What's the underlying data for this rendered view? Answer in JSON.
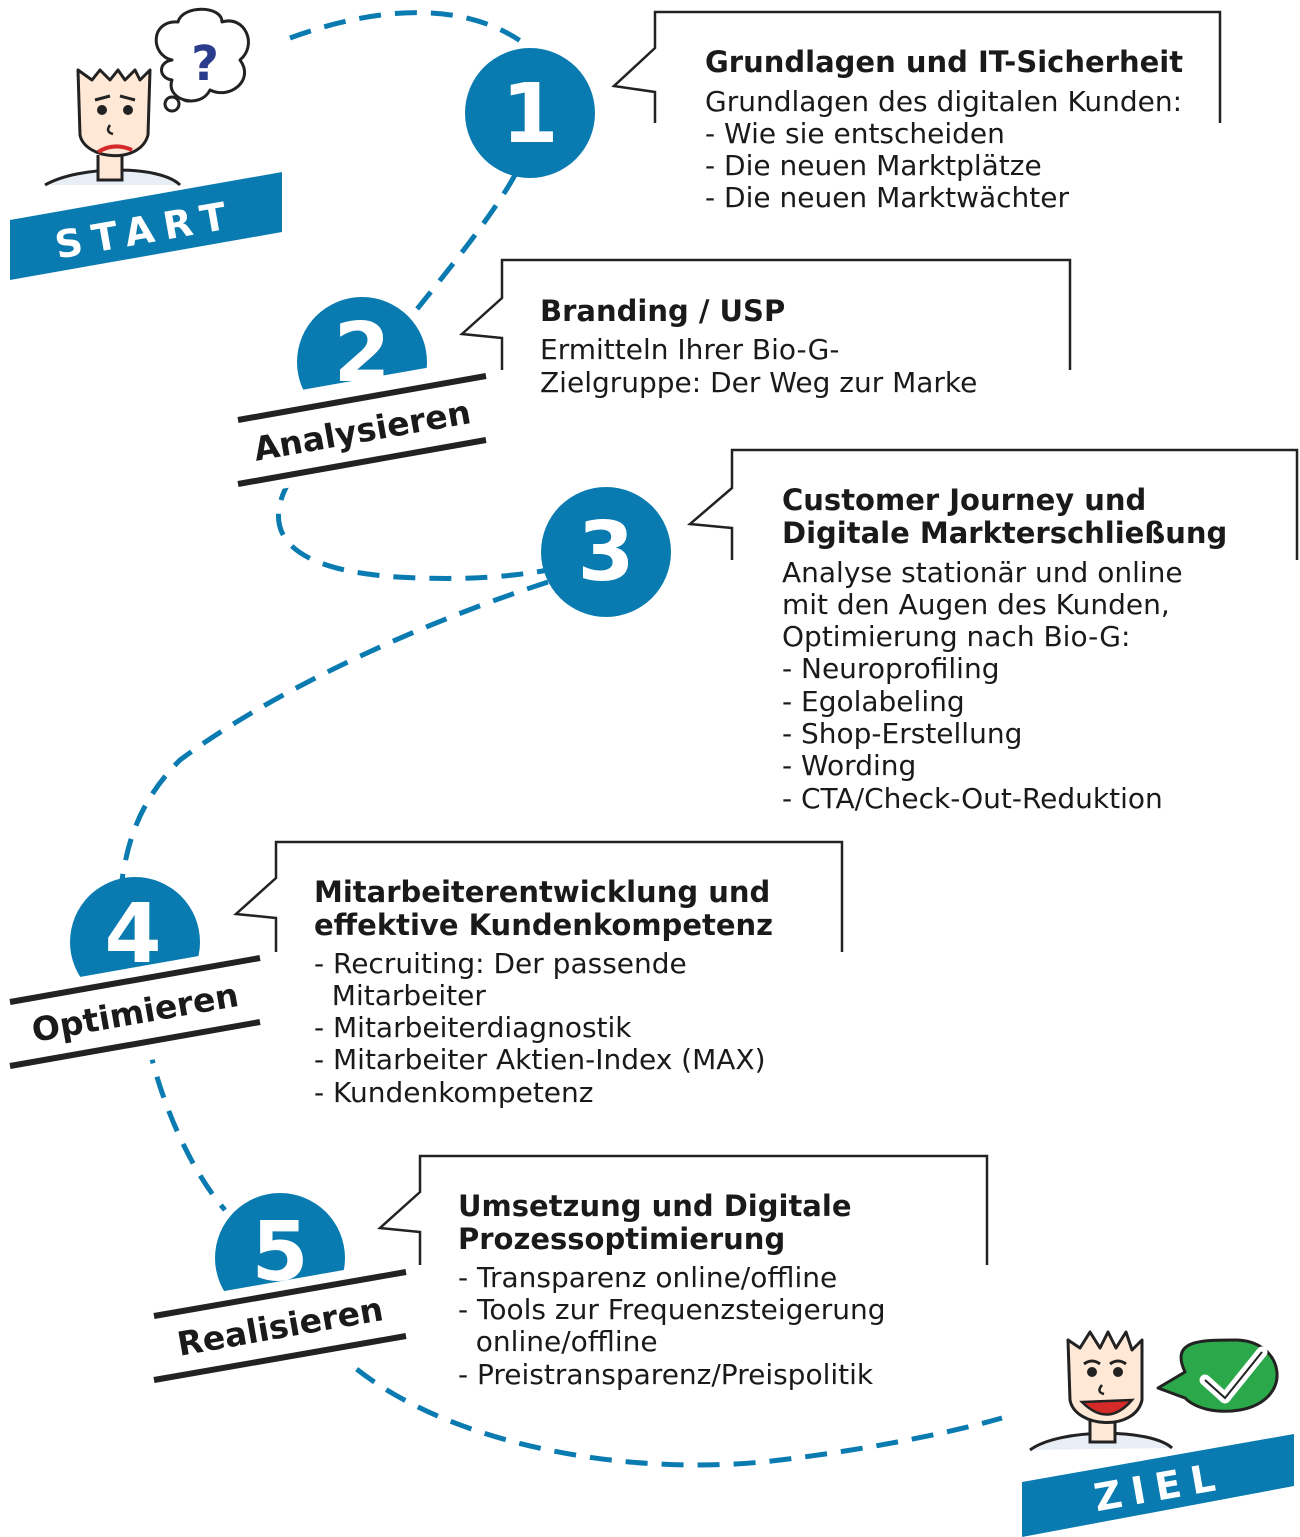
{
  "colors": {
    "accent": "#0a7bb0",
    "text": "#1a1a1a",
    "check_green": "#2aa84a",
    "mouth_red": "#d42a2a"
  },
  "start_label": "START",
  "goal_label": "ZIEL",
  "phases": {
    "analyze": "Analysieren",
    "optimize": "Optimieren",
    "realize": "Realisieren"
  },
  "steps": [
    {
      "number": "1",
      "title": [
        "Grundlagen und IT-Sicherheit"
      ],
      "lines": [
        "Grundlagen des digitalen Kunden:",
        "- Wie sie entscheiden",
        "- Die neuen Marktplätze",
        "- Die neuen Marktwächter"
      ]
    },
    {
      "number": "2",
      "title": [
        "Branding / USP"
      ],
      "lines": [
        "Ermitteln Ihrer Bio-G-",
        "Zielgruppe: Der Weg zur Marke"
      ]
    },
    {
      "number": "3",
      "title": [
        "Customer Journey und",
        "Digitale Markterschließung"
      ],
      "lines": [
        "Analyse stationär und online",
        "mit den Augen des Kunden,",
        "Optimierung nach Bio-G:",
        "- Neuroprofiling",
        "- Egolabeling",
        "- Shop-Erstellung",
        "- Wording",
        "- CTA/Check-Out-Reduktion"
      ]
    },
    {
      "number": "4",
      "title": [
        "Mitarbeiterentwicklung und",
        "effektive Kundenkompetenz"
      ],
      "lines": [
        "- Recruiting: Der passende",
        "  Mitarbeiter",
        "- Mitarbeiterdiagnostik",
        "- Mitarbeiter Aktien-Index (MAX)",
        "- Kundenkompetenz"
      ]
    },
    {
      "number": "5",
      "title": [
        "Umsetzung und Digitale",
        "Prozessoptimierung"
      ],
      "lines": [
        "- Transparenz online/offline",
        "- Tools zur Frequenzsteigerung",
        "  online/offline",
        "- Preistransparenz/Preispolitik"
      ]
    }
  ],
  "icons": {
    "thought": "question-mark-icon",
    "speech": "checkmark-icon"
  },
  "question_mark": "?"
}
